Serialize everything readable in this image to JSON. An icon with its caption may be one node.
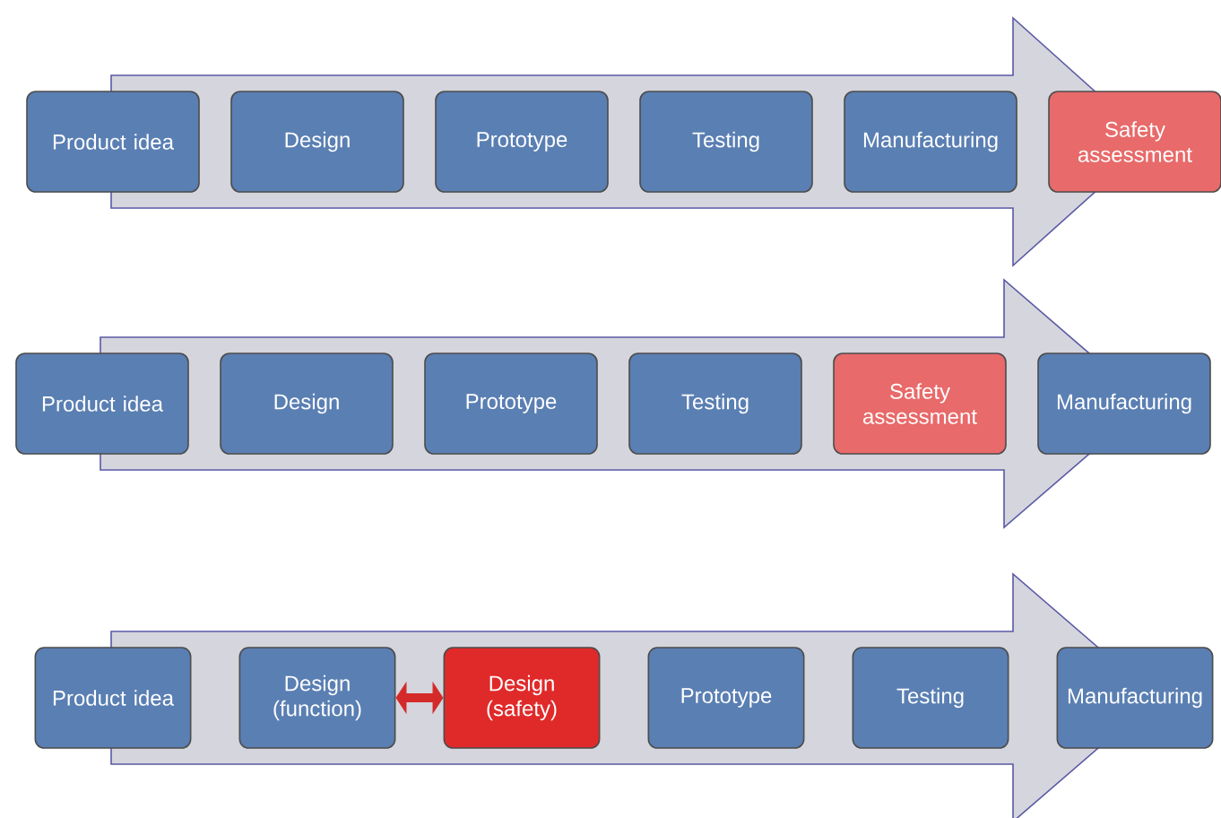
{
  "diagram": {
    "nodes": [
      {
        "text": [
          "Product idea"
        ]
      },
      {
        "text": [
          "Design"
        ]
      },
      {
        "text": [
          "Prototype"
        ]
      },
      {
        "text": [
          "Testing"
        ]
      },
      {
        "text": [
          "Manufacturing"
        ]
      },
      {
        "text": [
          "Safety assessment"
        ]
      },
      {
        "text": [
          "Product idea"
        ]
      },
      {
        "text": [
          "Design"
        ]
      },
      {
        "text": [
          "Prototype"
        ]
      },
      {
        "text": [
          "Testing"
        ]
      },
      {
        "text": [
          "Safety assessment"
        ]
      },
      {
        "text": [
          "Manufacturing"
        ]
      },
      {
        "text": [
          "Product idea"
        ]
      },
      {
        "text": [
          "Design (function)"
        ]
      },
      {
        "text": [
          "Design (safety)"
        ]
      },
      {
        "text": [
          "Prototype"
        ]
      },
      {
        "text": [
          "Testing"
        ]
      },
      {
        "text": [
          "Manufacturing"
        ]
      }
    ],
    "edges": [
      {
        "from": 14,
        "to": 13,
        "arrow": "both",
        "color": "#d42a2a"
      }
    ]
  }
}
